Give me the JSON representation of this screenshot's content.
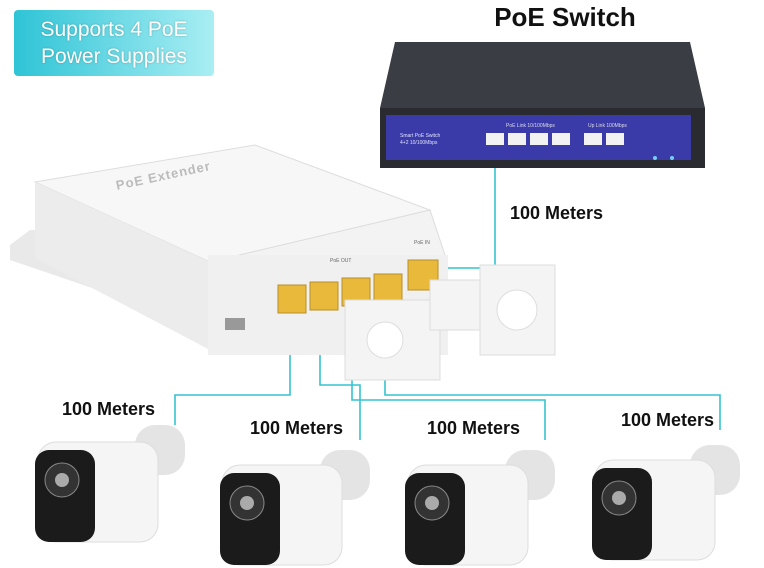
{
  "badge": {
    "line1": "Supports 4 PoE",
    "line2": "Power Supplies"
  },
  "title": "PoE Switch",
  "switch": {
    "model_line1": "Smart PoE Switch",
    "model_line2": "4+2 10/100Mbps",
    "group1": "PoE Link   10/100Mbps",
    "group2": "Up Link   100Mbps"
  },
  "extender": {
    "logo": "PoE Extender",
    "poe_in": "PoE IN",
    "poe_out": "PoE OUT"
  },
  "distances": {
    "uplink": "100 Meters",
    "cam1": "100 Meters",
    "cam2": "100 Meters",
    "cam3": "100 Meters",
    "cam4": "100 Meters"
  },
  "colors": {
    "cable": "#35c3d0",
    "switch_panel": "#3a3aa8",
    "port": "#e8b93a"
  }
}
